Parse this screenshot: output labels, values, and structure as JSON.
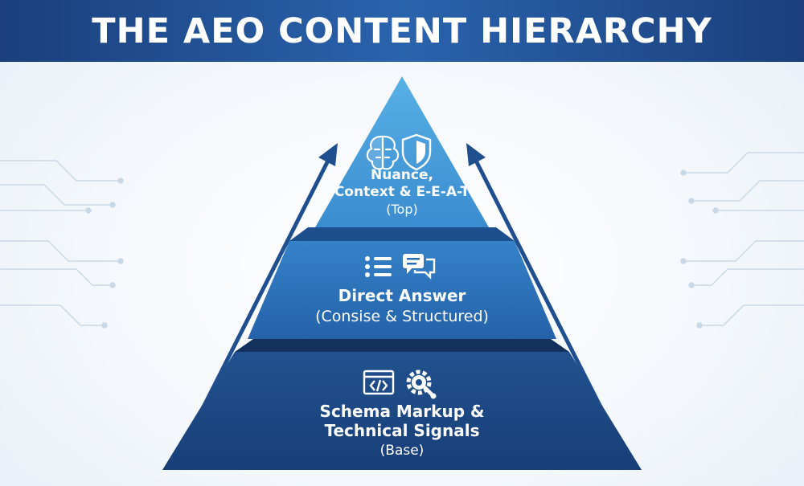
{
  "title": "THE AEO CONTENT HIERARCHY",
  "colors": {
    "banner": "#1f4f93",
    "tier_top": "#3f97d6",
    "tier_middle": "#2b6fb8",
    "tier_base": "#1c4888",
    "arrow": "#1f4f8f",
    "circuit": "#c6d6e6"
  },
  "tiers": [
    {
      "icons": [
        "brain-icon",
        "shield-icon"
      ],
      "title_lines": [
        "Nuance,",
        "Context & E-E-A-T"
      ],
      "subtitle": "(Top)"
    },
    {
      "icons": [
        "list-icon",
        "chat-bubbles-icon"
      ],
      "title_lines": [
        "Direct Answer"
      ],
      "subtitle": "(Consise & Structured)"
    },
    {
      "icons": [
        "code-window-icon",
        "gear-wrench-icon"
      ],
      "title_lines": [
        "Schema Markup &",
        "Technical Signals"
      ],
      "subtitle": "(Base)"
    }
  ],
  "arrows": [
    "arrow-up-left",
    "arrow-up-right"
  ]
}
